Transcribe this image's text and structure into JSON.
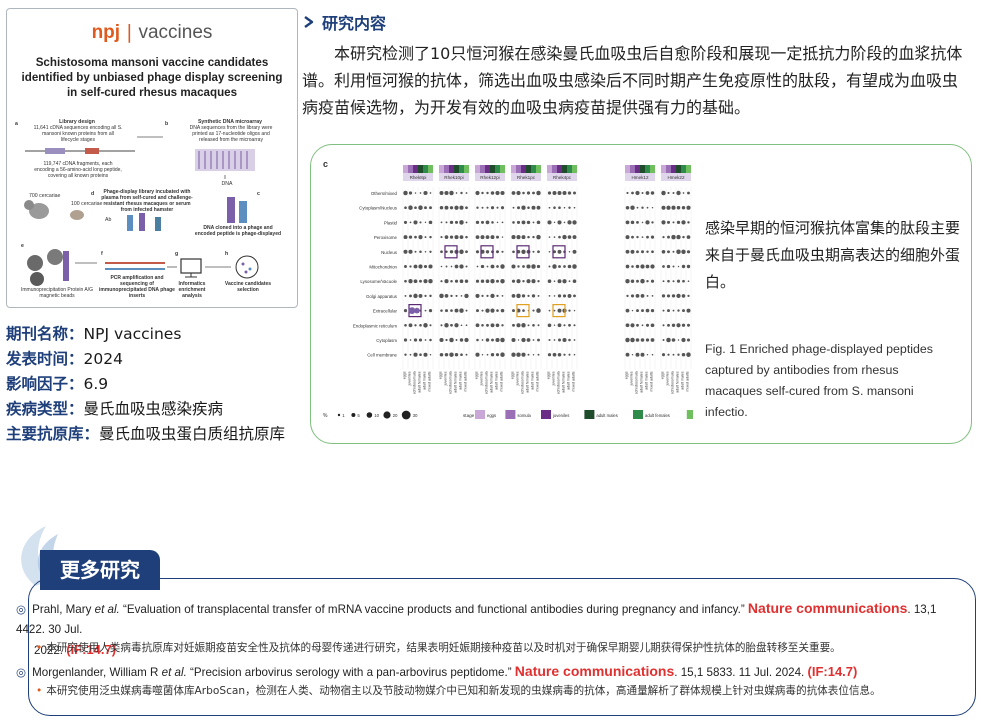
{
  "paper": {
    "journal_prefix": "npj",
    "journal_name": "vaccines",
    "title": "Schistosoma mansoni vaccine candidates identified by unbiased phage display screening in self-cured rhesus macaques",
    "figure": {
      "panel_a_title": "Library design",
      "panel_a_text": "11,641 cDNA sequences encoding all S. mansoni known proteins from all lifecycle stages",
      "panel_a_text2": "119,747 cDNA fragments, each encoding a 56-amino-acid long peptide, covering all known proteins",
      "panel_b_title": "Synthetic DNA microarray",
      "panel_b_text": "DNA sequences from the library were printed as 17-nucleotide oligos and released from the microarray",
      "panel_c_label": "DNA",
      "panel_c_text": "DNA cloned into a phage and encoded peptide is phage-displayed",
      "panel_d_title": "Phage-display library incubated with plasma from self-cured and challenge-resistant rhesus macaques or serum from infected hamster",
      "panel_d_n1": "700 cercariae",
      "panel_d_n2": "100 cercariae",
      "panel_d_ab": "Ab",
      "panel_e_text": "Immunoprecipitation Protein A/G magnetic beads",
      "panel_f_text": "PCR amplification and sequencing of immunoprecipitated DNA phage inserts",
      "panel_g_text": "Informatics enrichment analysis",
      "panel_h_text": "Vaccine candidates selection",
      "letters": [
        "a",
        "b",
        "c",
        "d",
        "e",
        "f",
        "g",
        "h"
      ]
    }
  },
  "info": [
    {
      "label": "期刊名称：",
      "value": "NPJ vaccines"
    },
    {
      "label": "发表时间：",
      "value": "2024"
    },
    {
      "label": "影响因子：",
      "value": "6.9"
    },
    {
      "label": "疾病类型：",
      "value": "曼氏血吸虫感染疾病"
    },
    {
      "label": "主要抗原库：",
      "value": "曼氏血吸虫蛋白质组抗原库"
    }
  ],
  "research": {
    "heading": "研究内容",
    "paragraph": "本研究检测了10只恒河猴在感染曼氏血吸虫后自愈阶段和展现一定抵抗力阶段的血浆抗体谱。利用恒河猴的抗体，筛选出血吸虫感染后不同时期产生免疫原性的肽段，有望成为血吸虫病疫苗候选物，为开发有效的血吸虫病疫苗提供强有力的基础。"
  },
  "figure_card": {
    "panel_letter": "c",
    "columns": [
      "Rhek8pi",
      "Rhek10pi",
      "Rhek12pi",
      "Rhek1pc",
      "Rhek4pc",
      "Hmek12",
      "Hmek22"
    ],
    "rows": [
      "Others/mixed",
      "Cytoplasm/Nucleus",
      "Plastid",
      "Peroxisome",
      "Nucleus",
      "Mitochondrion",
      "Lysosome/Vacuole",
      "Golgi apparatus",
      "Extracellular",
      "Endoplasmic reticulum",
      "Cytoplasm",
      "Cell membrane"
    ],
    "x_ticks": [
      "eggs",
      "juveniles",
      "schistosomula",
      "adult females",
      "adult males",
      "mixed adults"
    ],
    "size_legend_title": "%",
    "size_legend": [
      "1",
      "5",
      "10",
      "20",
      "30"
    ],
    "stage_legend_title": "stage",
    "stages": [
      {
        "name": "eggs",
        "color": "#c9a8d8"
      },
      {
        "name": "somula",
        "color": "#9b6fb6"
      },
      {
        "name": "juveniles",
        "color": "#6b2e86"
      },
      {
        "name": "adult males",
        "color": "#1f4d2b"
      },
      {
        "name": "adult females",
        "color": "#2e8b4a"
      },
      {
        "name": "mixed adults",
        "color": "#6fbf5e"
      }
    ],
    "note": "感染早期的恒河猴抗体富集的肽段主要来自于曼氏血吸虫期高表达的细胞外蛋白。",
    "caption": "Fig. 1 Enriched phage-displayed peptides captured by antibodies from rhesus macaques self-cured from S. mansoni infectio."
  },
  "more": {
    "heading": "更多研究",
    "refs": [
      {
        "author": "Prahl, Mary",
        "etal": "et al.",
        "title": " “Evaluation of transplacental transfer of mRNA vaccine products and functional antibodies during pregnancy and infancy.” ",
        "journal": "Nature communications",
        "cite": ". 13,1 4422. 30 Jul.",
        "year": "2022. ",
        "if": "(IF:14.7)",
        "note": "本研究使用人类病毒抗原库对妊娠期疫苗安全性及抗体的母婴传递进行研究，结果表明妊娠期接种疫苗以及时机对于确保早期婴儿期获得保护性抗体的胎盘转移至关重要。"
      },
      {
        "author": "Morgenlander, William R",
        "etal": "et al.",
        "title": " “Precision arbovirus serology with a pan-arbovirus peptidome.” ",
        "journal": "Nature communications",
        "cite": ". 15,1 5833. 11 Jul. 2024. ",
        "year": "",
        "if": "(IF:14.7)",
        "note": "本研究使用泛虫媒病毒噬菌体库ArboScan，检测在人类、动物宿主以及节肢动物媒介中已知和新发现的虫媒病毒的抗体，高通量解析了群体规模上针对虫媒病毒的抗体表位信息。"
      }
    ]
  },
  "colors": {
    "navy": "#1e3f7a",
    "accent_red": "#e03030",
    "npj_orange": "#e05a1e",
    "card_green": "#7fbf7f",
    "highlight_box_purple": "#5b2a74",
    "highlight_box_orange": "#e0a020"
  },
  "icons": [
    "chevron-right-icon",
    "circle-bullet-icon"
  ]
}
